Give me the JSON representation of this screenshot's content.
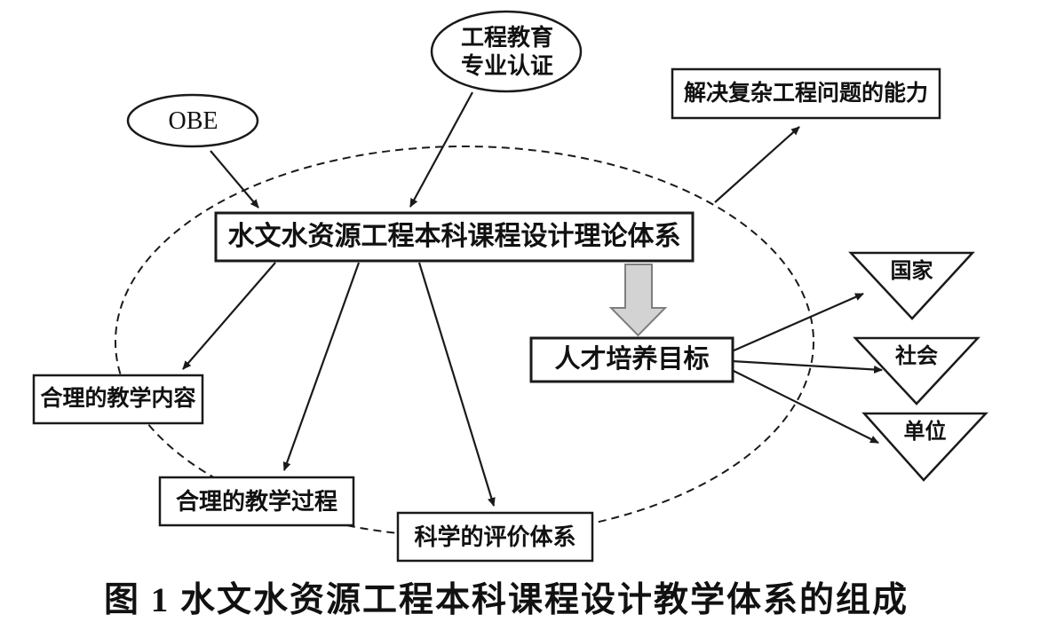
{
  "diagram": {
    "nodes": {
      "obe": {
        "label": "OBE"
      },
      "certification": {
        "line1": "工程教育",
        "line2": "专业认证"
      },
      "complex_ability": {
        "label": "解决复杂工程问题的能力"
      },
      "theory_system": {
        "label": "水文水资源工程本科课程设计理论体系"
      },
      "talent_goal": {
        "label": "人才培养目标"
      },
      "teaching_content": {
        "label": "合理的教学内容"
      },
      "teaching_process": {
        "label": "合理的教学过程"
      },
      "evaluation_system": {
        "label": "科学的评价体系"
      },
      "country": {
        "label": "国家"
      },
      "society": {
        "label": "社会"
      },
      "unit": {
        "label": "单位"
      }
    },
    "caption": "图 1 水文水资源工程本科课程设计教学体系的组成",
    "colors": {
      "stroke": "#1a1a1a",
      "background": "#ffffff",
      "block_arrow_fill": "#d3d3d3",
      "block_arrow_stroke": "#7e7e7e"
    }
  }
}
